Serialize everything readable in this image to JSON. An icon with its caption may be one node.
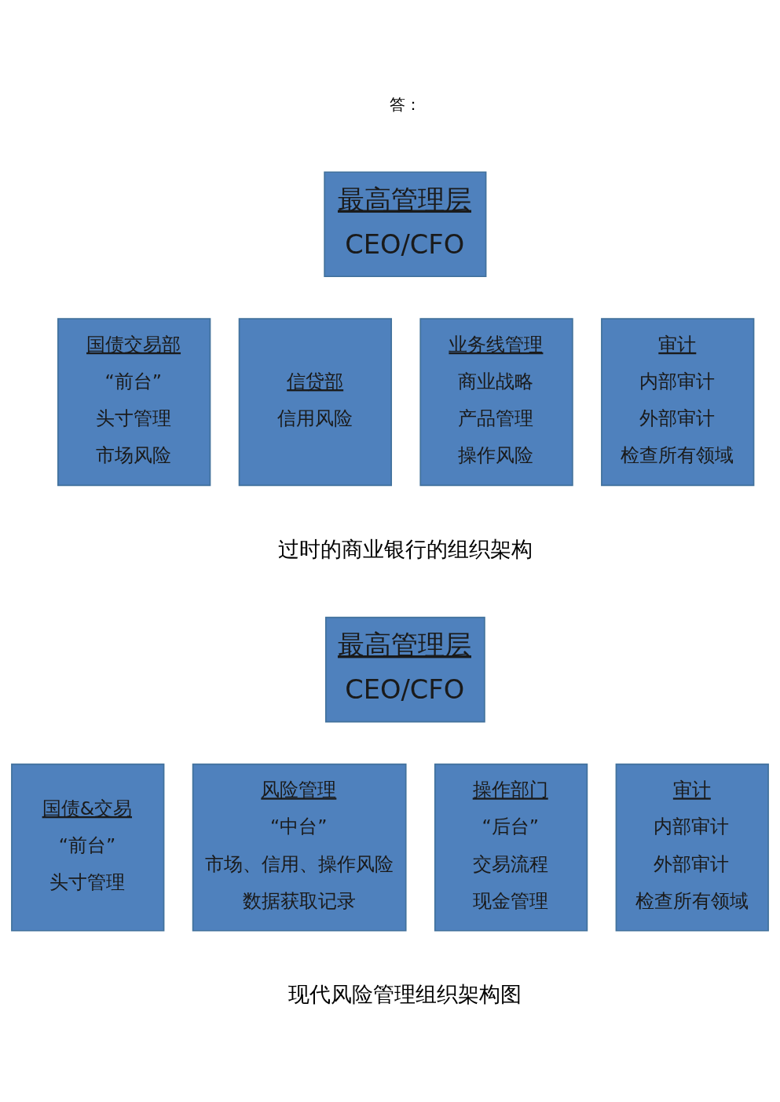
{
  "diagram": {
    "nodes": [
      {
        "text": [
          "最高管理层",
          "CEO/CFO"
        ]
      },
      {
        "text": [
          "国债交易部",
          "“前台”",
          "头寸管理",
          "市场风险"
        ]
      },
      {
        "text": [
          "信贷部",
          "信用风险"
        ]
      },
      {
        "text": [
          "业务线管理",
          "商业战略",
          "产品管理",
          "操作风险"
        ]
      },
      {
        "text": [
          "审计",
          "内部审计",
          "外部审计",
          "检查所有领域"
        ]
      },
      {
        "text": [
          "最高管理层",
          "CEO/CFO"
        ]
      },
      {
        "text": [
          "国债&交易",
          "“前台”",
          "头寸管理"
        ]
      },
      {
        "text": [
          "风险管理",
          "“中台”",
          "市场、信用、操作风险",
          "数据获取记录"
        ]
      },
      {
        "text": [
          "操作部门",
          "“后台”",
          "交易流程",
          "现金管理"
        ]
      },
      {
        "text": [
          "审计",
          "内部审计",
          "外部审计",
          "检查所有领域"
        ]
      }
    ],
    "edges": [],
    "labels": [
      "答：",
      "过时的商业银行的组织架构",
      "现代风险管理组织架构图"
    ]
  }
}
